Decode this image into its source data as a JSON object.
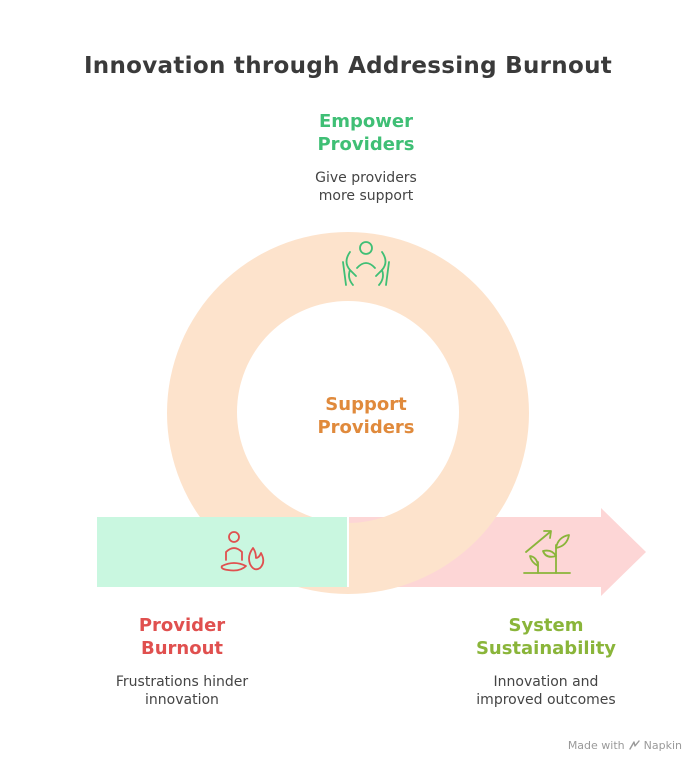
{
  "title": "Innovation through Addressing Burnout",
  "center": {
    "label_line1": "Support",
    "label_line2": "Providers"
  },
  "nodes": [
    {
      "id": "empower",
      "title_line1": "Empower",
      "title_line2": "Providers",
      "desc_line1": "Give providers",
      "desc_line2": "more support",
      "icon": "raised-hands-person-icon",
      "color": "#3fbf75"
    },
    {
      "id": "burnout",
      "title_line1": "Provider",
      "title_line2": "Burnout",
      "desc_line1": "Frustrations hinder",
      "desc_line2": "innovation",
      "icon": "burnout-person-flame-icon",
      "color": "#e0504f"
    },
    {
      "id": "sustainability",
      "title_line1": "System",
      "title_line2": "Sustainability",
      "desc_line1": "Innovation and",
      "desc_line2": "improved outcomes",
      "icon": "growing-plant-arrow-icon",
      "color": "#8ab53a"
    }
  ],
  "colors": {
    "ring": "#fde3cc",
    "burnout_bar": "#c9f7e0",
    "arrow": "#fdd6d6",
    "center_text": "#e08a3c",
    "title": "#3a3a3a"
  },
  "watermark": {
    "prefix": "Made with",
    "brand": "Napkin"
  }
}
